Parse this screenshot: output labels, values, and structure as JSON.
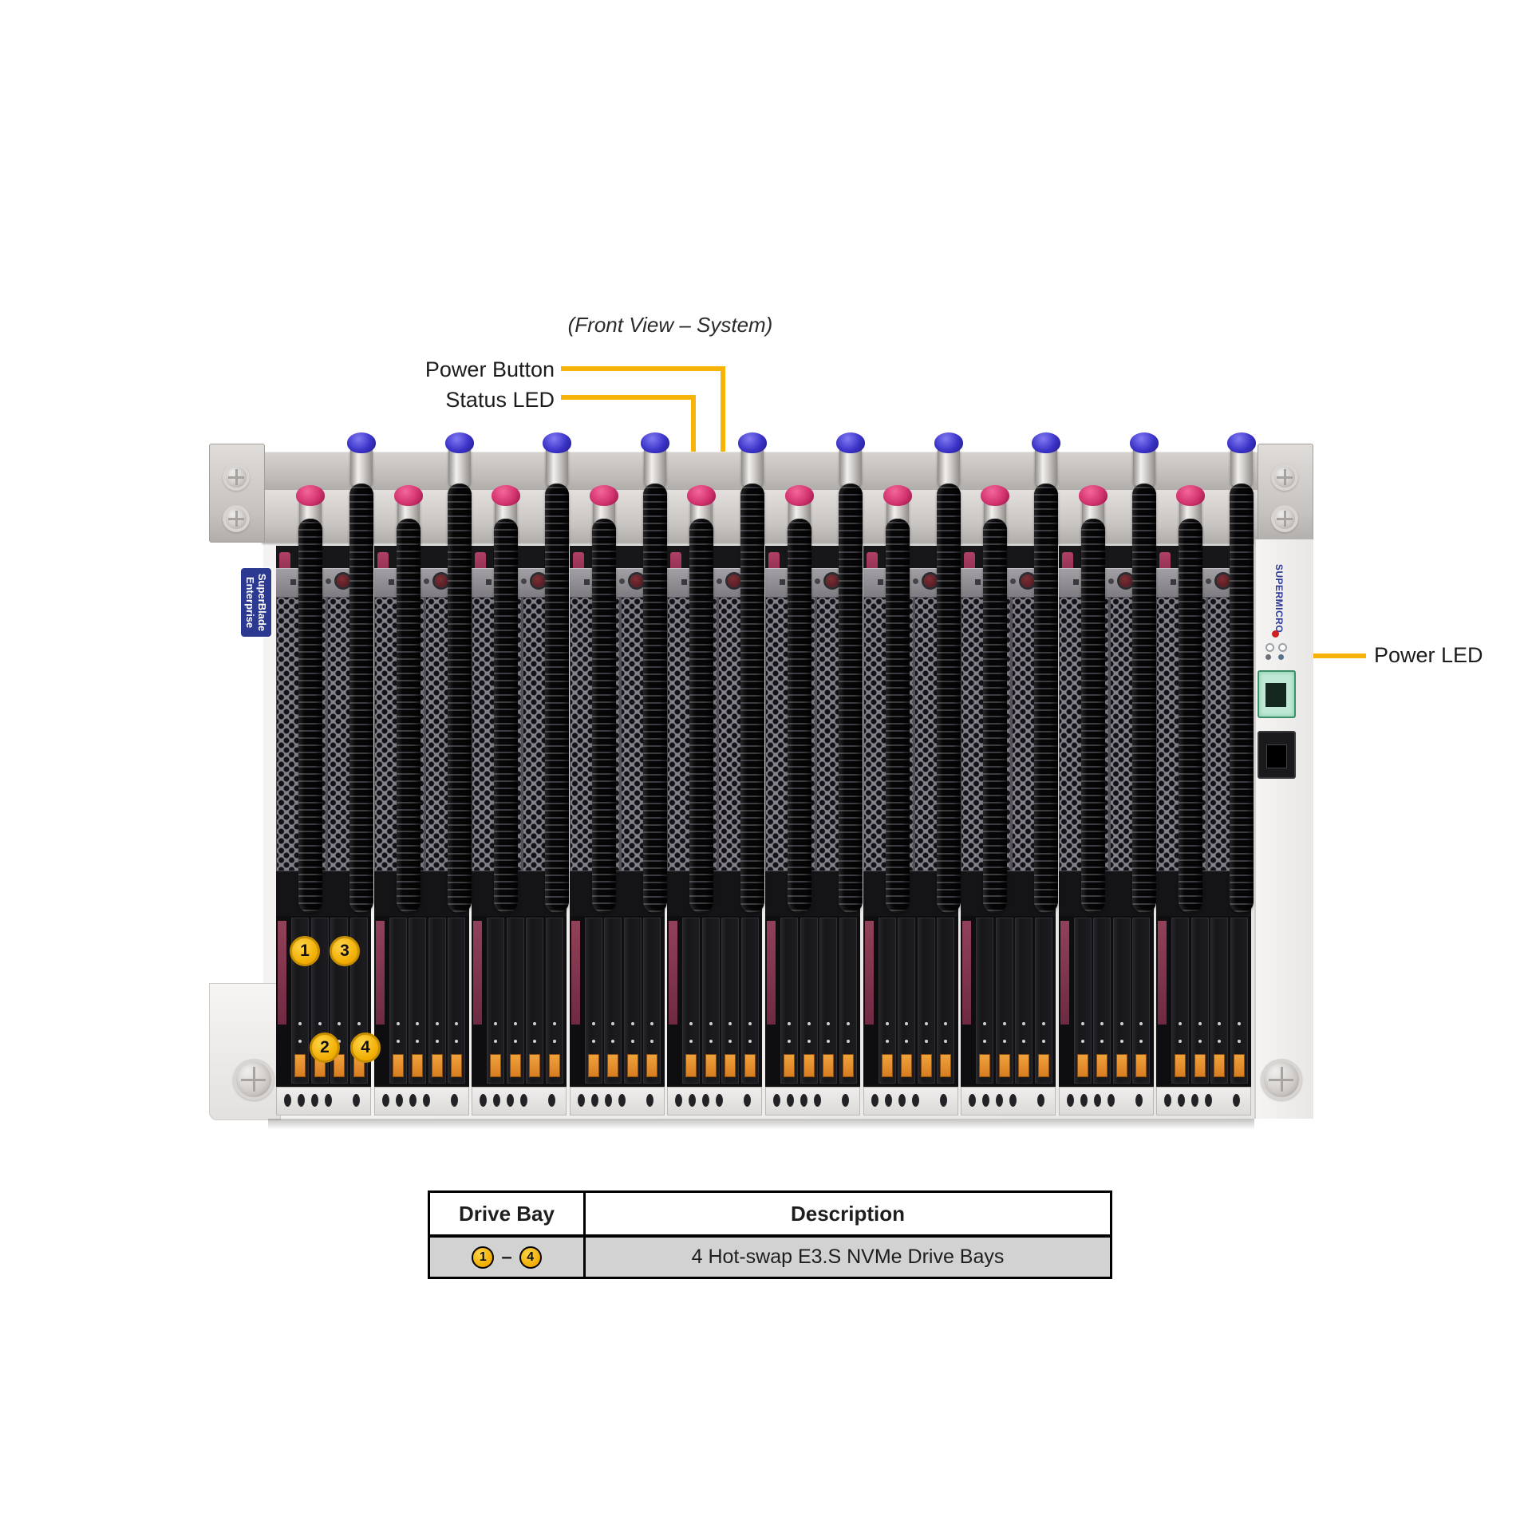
{
  "title": "(Front View – System)",
  "callouts": {
    "power_button": "Power Button",
    "status_led": "Status LED",
    "power_led": "Power LED"
  },
  "chassis": {
    "logo_line1": "SuperBlade",
    "logo_line2": "Enterprise",
    "side_brand": "SUPERMICRO",
    "blade_count": 10,
    "drive_bays_per_blade": 4,
    "image_bay_labels": [
      "1",
      "3",
      "2",
      "4"
    ]
  },
  "table": {
    "headers": [
      "Drive Bay",
      "Description"
    ],
    "row": {
      "from": "1",
      "dash": "–",
      "to": "4",
      "description": "4 Hot-swap E3.S NVMe Drive Bays"
    }
  },
  "colors": {
    "callout_line": "#F6B40A",
    "badge_fill": "#F0AC00",
    "badge_border": "#C78F00",
    "logo_bg": "#2B3990",
    "brand_blue": "#2E3B96"
  }
}
